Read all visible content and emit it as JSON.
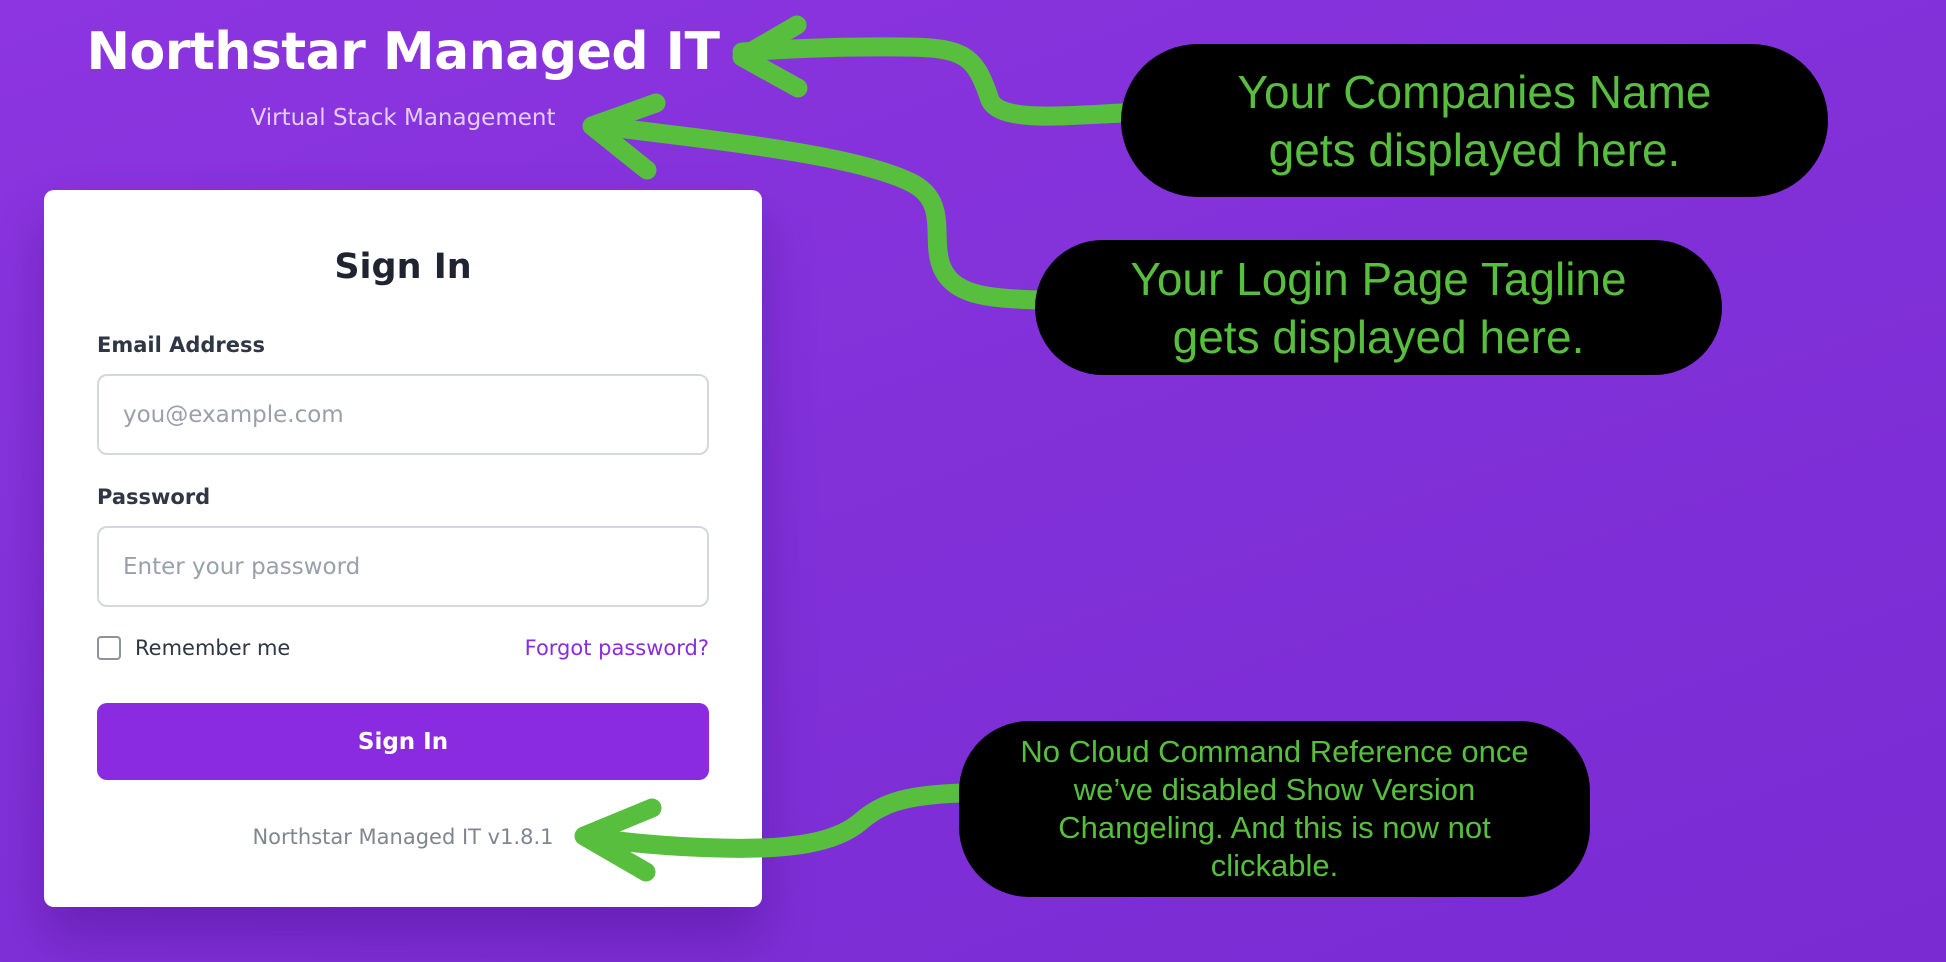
{
  "header": {
    "company_name": "Northstar Managed IT",
    "tagline": "Virtual Stack Management"
  },
  "login_card": {
    "title": "Sign In",
    "email": {
      "label": "Email Address",
      "placeholder": "you@example.com",
      "value": ""
    },
    "password": {
      "label": "Password",
      "placeholder": "Enter your password",
      "value": ""
    },
    "remember_me": {
      "label": "Remember me",
      "checked": false
    },
    "forgot_password_label": "Forgot password?",
    "submit_label": "Sign In",
    "version_text": "Northstar Managed IT v1.8.1"
  },
  "annotations": [
    {
      "text": "Your Companies Name\ngets displayed here."
    },
    {
      "text": "Your Login Page Tagline\ngets displayed here."
    },
    {
      "text": "No Cloud Command Reference once\nwe’ve disabled Show Version\nChangeling. And this is now not\nclickable."
    }
  ],
  "colors": {
    "background": "#8231d9",
    "accent": "#8a2be2",
    "annotation_bg": "#000000",
    "annotation_text": "#57be3e",
    "arrow": "#57be3e"
  }
}
